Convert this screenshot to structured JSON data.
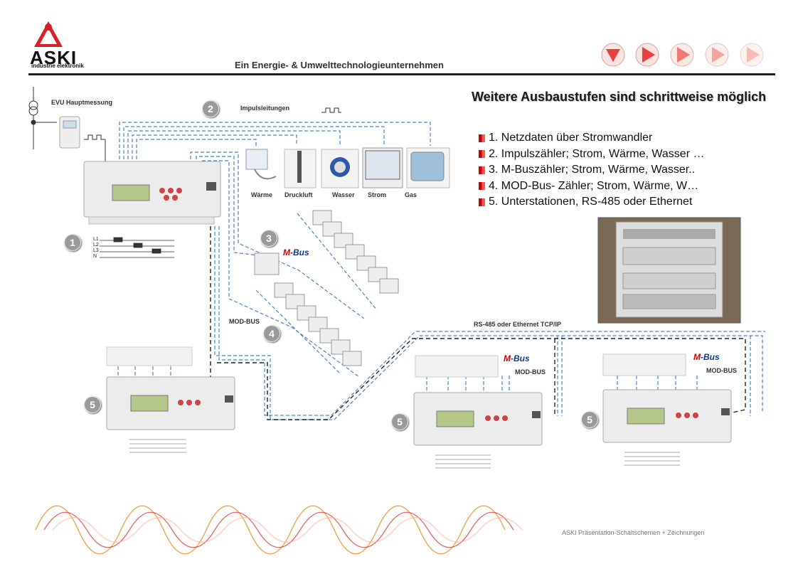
{
  "header": {
    "logo_text": "ASKI",
    "logo_sub": "industrie elektronik",
    "tagline": "Ein Energie- & Umwelttechnologieunternehmen"
  },
  "nav": {
    "buttons": [
      "down-arrow",
      "play-arrow",
      "play-arrow",
      "play-arrow",
      "play-arrow"
    ],
    "color": "#e8403a"
  },
  "headline": "Weitere Ausbaustufen sind schrittweise möglich",
  "items": [
    "1. Netzdaten über Stromwandler",
    "2. Impulszähler; Strom, Wärme, Wasser …",
    "3. M-Buszähler; Strom, Wärme, Wasser..",
    "4. MOD-Bus- Zähler; Strom, Wärme, W…",
    "5. Unterstationen, RS-485 oder Ethernet"
  ],
  "diagram": {
    "evu_label": "EVU Hauptmessung",
    "impuls_label": "Impulsleitungen",
    "meter_labels": [
      "Wärme",
      "Druckluft",
      "Wasser",
      "Strom",
      "Gas"
    ],
    "modbus_label": "MOD-BUS",
    "rs485_label": "RS-485 oder Ethernet TCP/IP",
    "mbus_logo_m": "M",
    "mbus_logo_rest": "-Bus",
    "substation_modbus": "MOD-BUS",
    "badges": [
      "1",
      "2",
      "3",
      "4",
      "5",
      "5",
      "5"
    ],
    "phases": [
      "L1",
      "L2",
      "L3",
      "N"
    ]
  },
  "footer": "ASKI Präsentation-Schaltschemen + Zeichnungen",
  "colors": {
    "accent_red": "#e8403a",
    "line_blue": "#4a86c8",
    "line_black": "#222222"
  }
}
